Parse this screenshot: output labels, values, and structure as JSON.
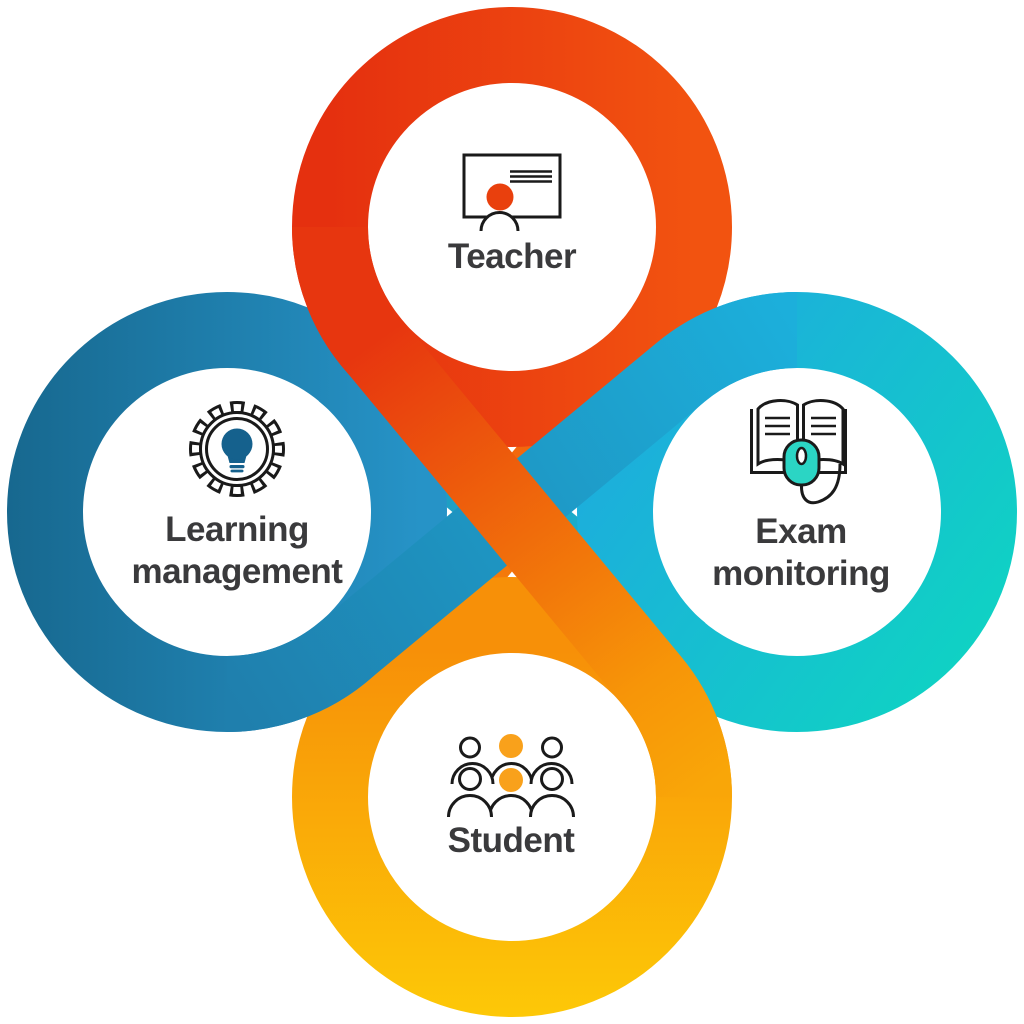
{
  "background_color": "#FFFFFF",
  "text_color": "#3A3A3C",
  "diagram_type": "interlocking infinity loop infographic",
  "nodes": [
    {
      "id": "teacher",
      "label": "Teacher",
      "position": "top",
      "icon": "presentation-board-teacher-icon",
      "loop_gradient": [
        "#E5300F",
        "#F25310"
      ],
      "accent": "#E9400D"
    },
    {
      "id": "exam-monitoring",
      "label": "Exam monitoring",
      "line1": "Exam",
      "line2": "monitoring",
      "position": "right",
      "icon": "open-book-mouse-icon",
      "loop_gradient": [
        "#1CAFDB",
        "#0FD3C3"
      ],
      "accent": "#2BD5C4"
    },
    {
      "id": "student",
      "label": "Student",
      "position": "bottom",
      "icon": "student-group-icon",
      "loop_gradient": [
        "#F79008",
        "#FDC807"
      ],
      "accent": "#F9A11B"
    },
    {
      "id": "learning-management",
      "label": "Learning management",
      "line1": "Learning",
      "line2": "management",
      "position": "left",
      "icon": "gear-lightbulb-icon",
      "loop_gradient": [
        "#17688F",
        "#2693C7"
      ],
      "accent": "#15618D"
    }
  ]
}
